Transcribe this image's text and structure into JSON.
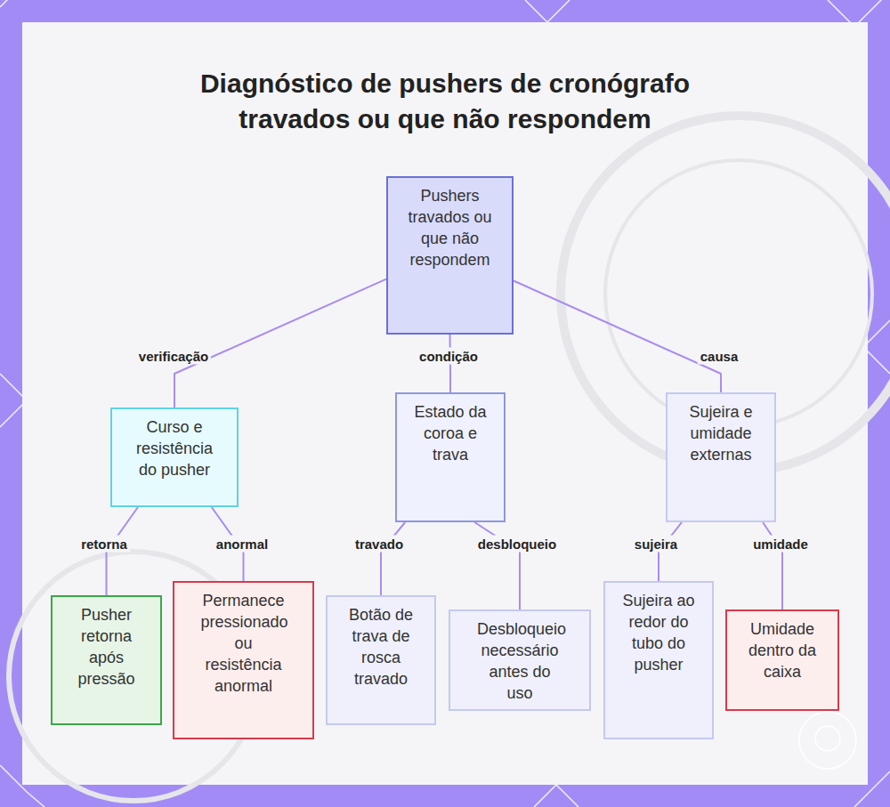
{
  "diagram": {
    "title": "Diagnóstico de pushers de cronógrafo travados ou que não respondem",
    "nodes": [
      {
        "text": [
          "Pushers travados ou que não respondem"
        ]
      },
      {
        "text": [
          "Curso e resistência do pusher"
        ]
      },
      {
        "text": [
          "Estado da coroa e trava"
        ]
      },
      {
        "text": [
          "Sujeira e umidade externas"
        ]
      },
      {
        "text": [
          "Pusher retorna após pressão"
        ]
      },
      {
        "text": [
          "Permanece pressionado ou resistência anormal"
        ]
      },
      {
        "text": [
          "Botão de trava de rosca travado"
        ]
      },
      {
        "text": [
          "Desbloqueio necessário antes do uso"
        ]
      },
      {
        "text": [
          "Sujeira ao redor do tubo do pusher"
        ]
      },
      {
        "text": [
          "Umidade dentro da caixa"
        ]
      }
    ],
    "edges": [
      {
        "from": 0,
        "to": 1,
        "label": "verificação",
        "arrow": "none"
      },
      {
        "from": 0,
        "to": 2,
        "label": "condição",
        "arrow": "none"
      },
      {
        "from": 0,
        "to": 3,
        "label": "causa",
        "arrow": "none"
      },
      {
        "from": 1,
        "to": 4,
        "label": "retorna",
        "arrow": "none"
      },
      {
        "from": 1,
        "to": 5,
        "label": "anormal",
        "arrow": "none"
      },
      {
        "from": 2,
        "to": 6,
        "label": "travado",
        "arrow": "none"
      },
      {
        "from": 2,
        "to": 7,
        "label": "desbloqueio",
        "arrow": "none"
      },
      {
        "from": 3,
        "to": 8,
        "label": "sujeira",
        "arrow": "none"
      },
      {
        "from": 3,
        "to": 9,
        "label": "umidade",
        "arrow": "none"
      }
    ]
  }
}
